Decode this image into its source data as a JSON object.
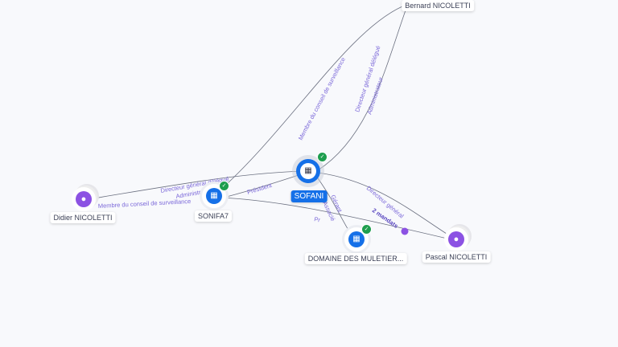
{
  "nodes": {
    "sofani": {
      "label": "SOFANI",
      "icon": "building-icon",
      "verified": true
    },
    "sonifa7": {
      "label": "SONIFA7",
      "icon": "building-icon",
      "verified": true
    },
    "domaine": {
      "label": "DOMAINE DES MULETIER...",
      "icon": "building-icon",
      "verified": true
    },
    "bernard": {
      "label": "Bernard NICOLETTI",
      "icon": "person-icon"
    },
    "didier": {
      "label": "Didier NICOLETTI",
      "icon": "person-icon"
    },
    "pascal": {
      "label": "Pascal NICOLETTI",
      "icon": "person-icon"
    }
  },
  "edges": {
    "bernard_sofani_1": "Directeur général délégué",
    "bernard_sofani_2": "Administrateur",
    "bernard_sonifa7": "Membre du conseil de surveillance",
    "didier_sofani_1": "Directeur général délégué",
    "didier_sofani_2": "Administrateur",
    "didier_sonifa7": "Membre du conseil de surveillance",
    "sonifa7_sofani": "Président",
    "sofani_domaine_1": "Gérant",
    "sofani_domaine_2": "Associé",
    "sonifa7_domaine": "Pr",
    "pascal_sofani": "Directeur général",
    "pascal_mandats": "2 mandats"
  },
  "colors": {
    "company": "#1570e8",
    "person": "#8c52e3",
    "verified": "#1e9e4e",
    "edge_label": "#7b68d9"
  }
}
